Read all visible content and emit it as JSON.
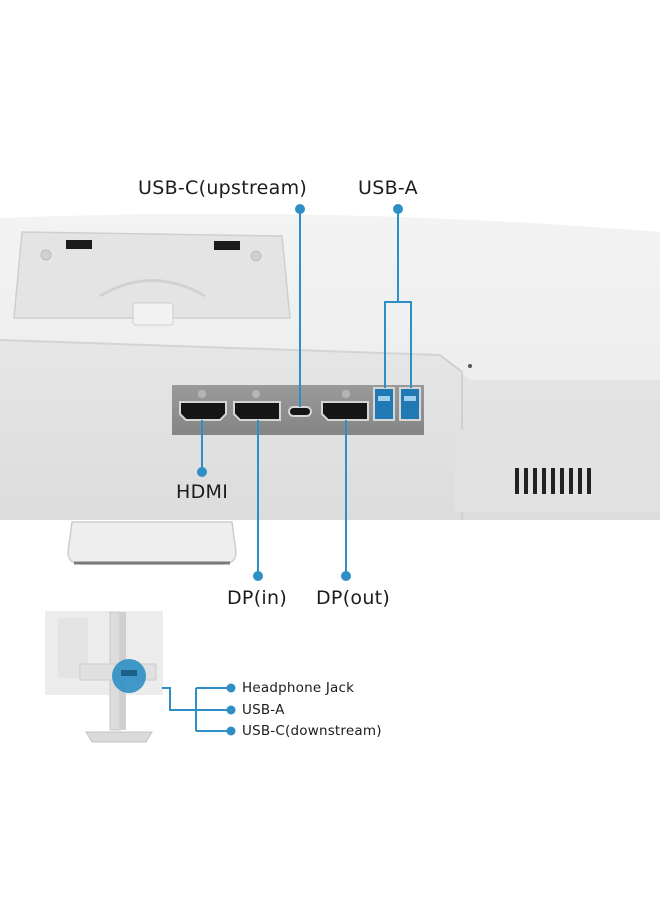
{
  "colors": {
    "accent": "#2e8fc4",
    "monitor_white": "#f1f1f1",
    "port_panel": "#8e8e8e",
    "port_black": "#1a1a1a"
  },
  "main_callouts": {
    "usb_c_upstream": "USB-C(upstream)",
    "usb_a": "USB-A",
    "hdmi": "HDMI",
    "dp_in": "DP(in)",
    "dp_out": "DP(out)"
  },
  "side_callouts": {
    "headphone_jack": "Headphone Jack",
    "usb_a": "USB-A",
    "usb_c_downstream": "USB-C(downstream)"
  }
}
